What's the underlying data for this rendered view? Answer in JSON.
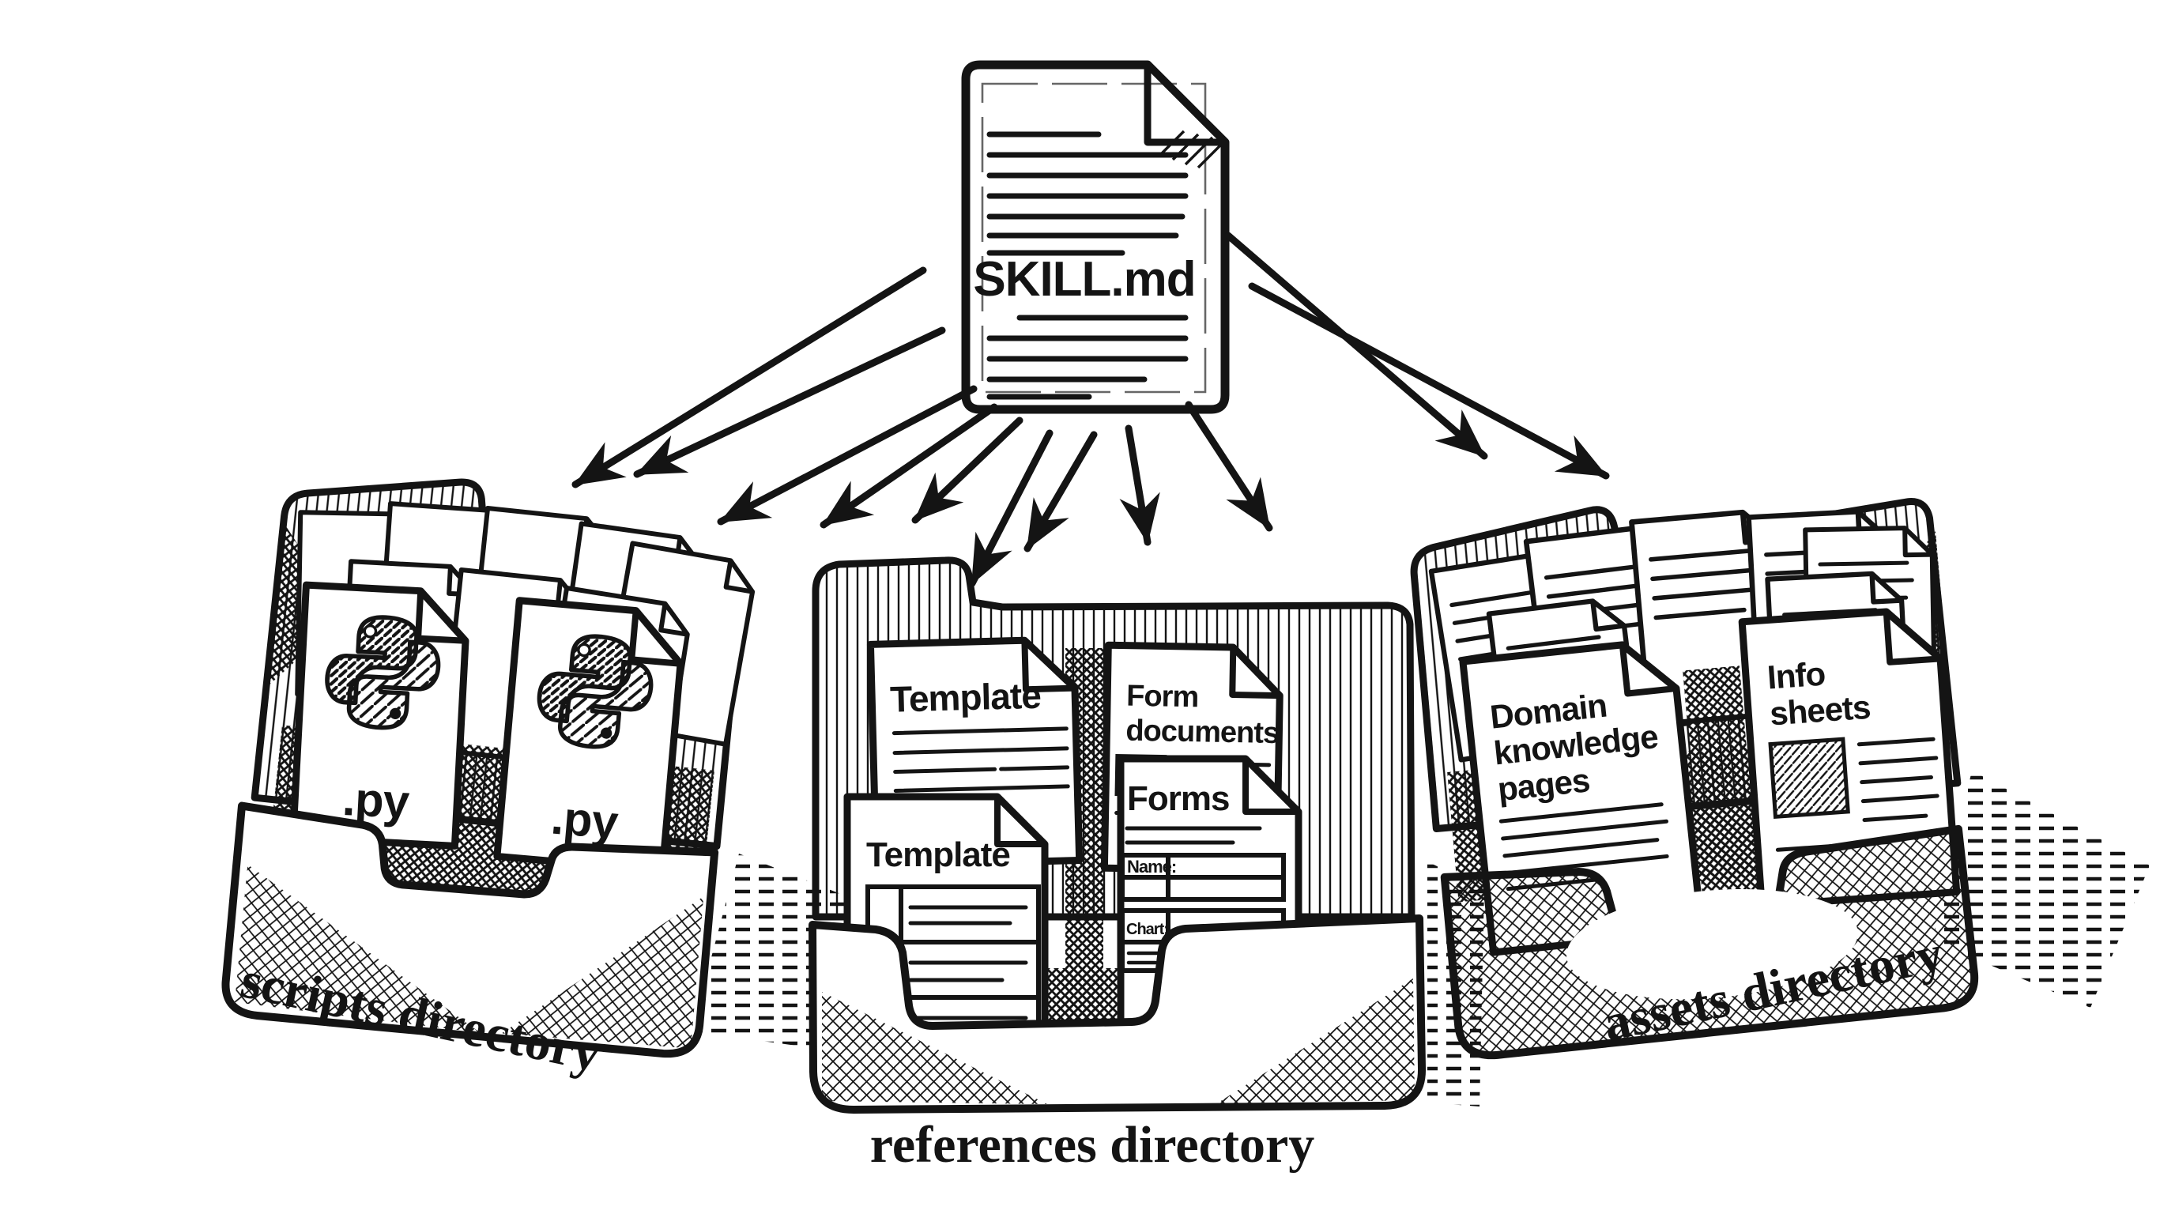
{
  "skill_file": {
    "name": "SKILL.md"
  },
  "scripts_dir": {
    "label": "scripts directory",
    "file1_ext": ".py",
    "file2_ext": ".py",
    "icon": "python-logo-icon"
  },
  "references_dir": {
    "label": "references directory",
    "template_top": "Template",
    "form_documents_line1": "Form",
    "form_documents_line2": "documents",
    "template_bottom": "Template",
    "forms_title": "Forms",
    "forms_name_field": "Name:",
    "forms_chart_field": "Chart:"
  },
  "assets_dir": {
    "label": "assets directory",
    "domain_line1": "Domain",
    "domain_line2": "knowledge",
    "domain_line3": "pages",
    "info_line1": "Info",
    "info_line2": "sheets"
  },
  "colors": {
    "ink": "#141414",
    "paper": "#ffffff"
  }
}
